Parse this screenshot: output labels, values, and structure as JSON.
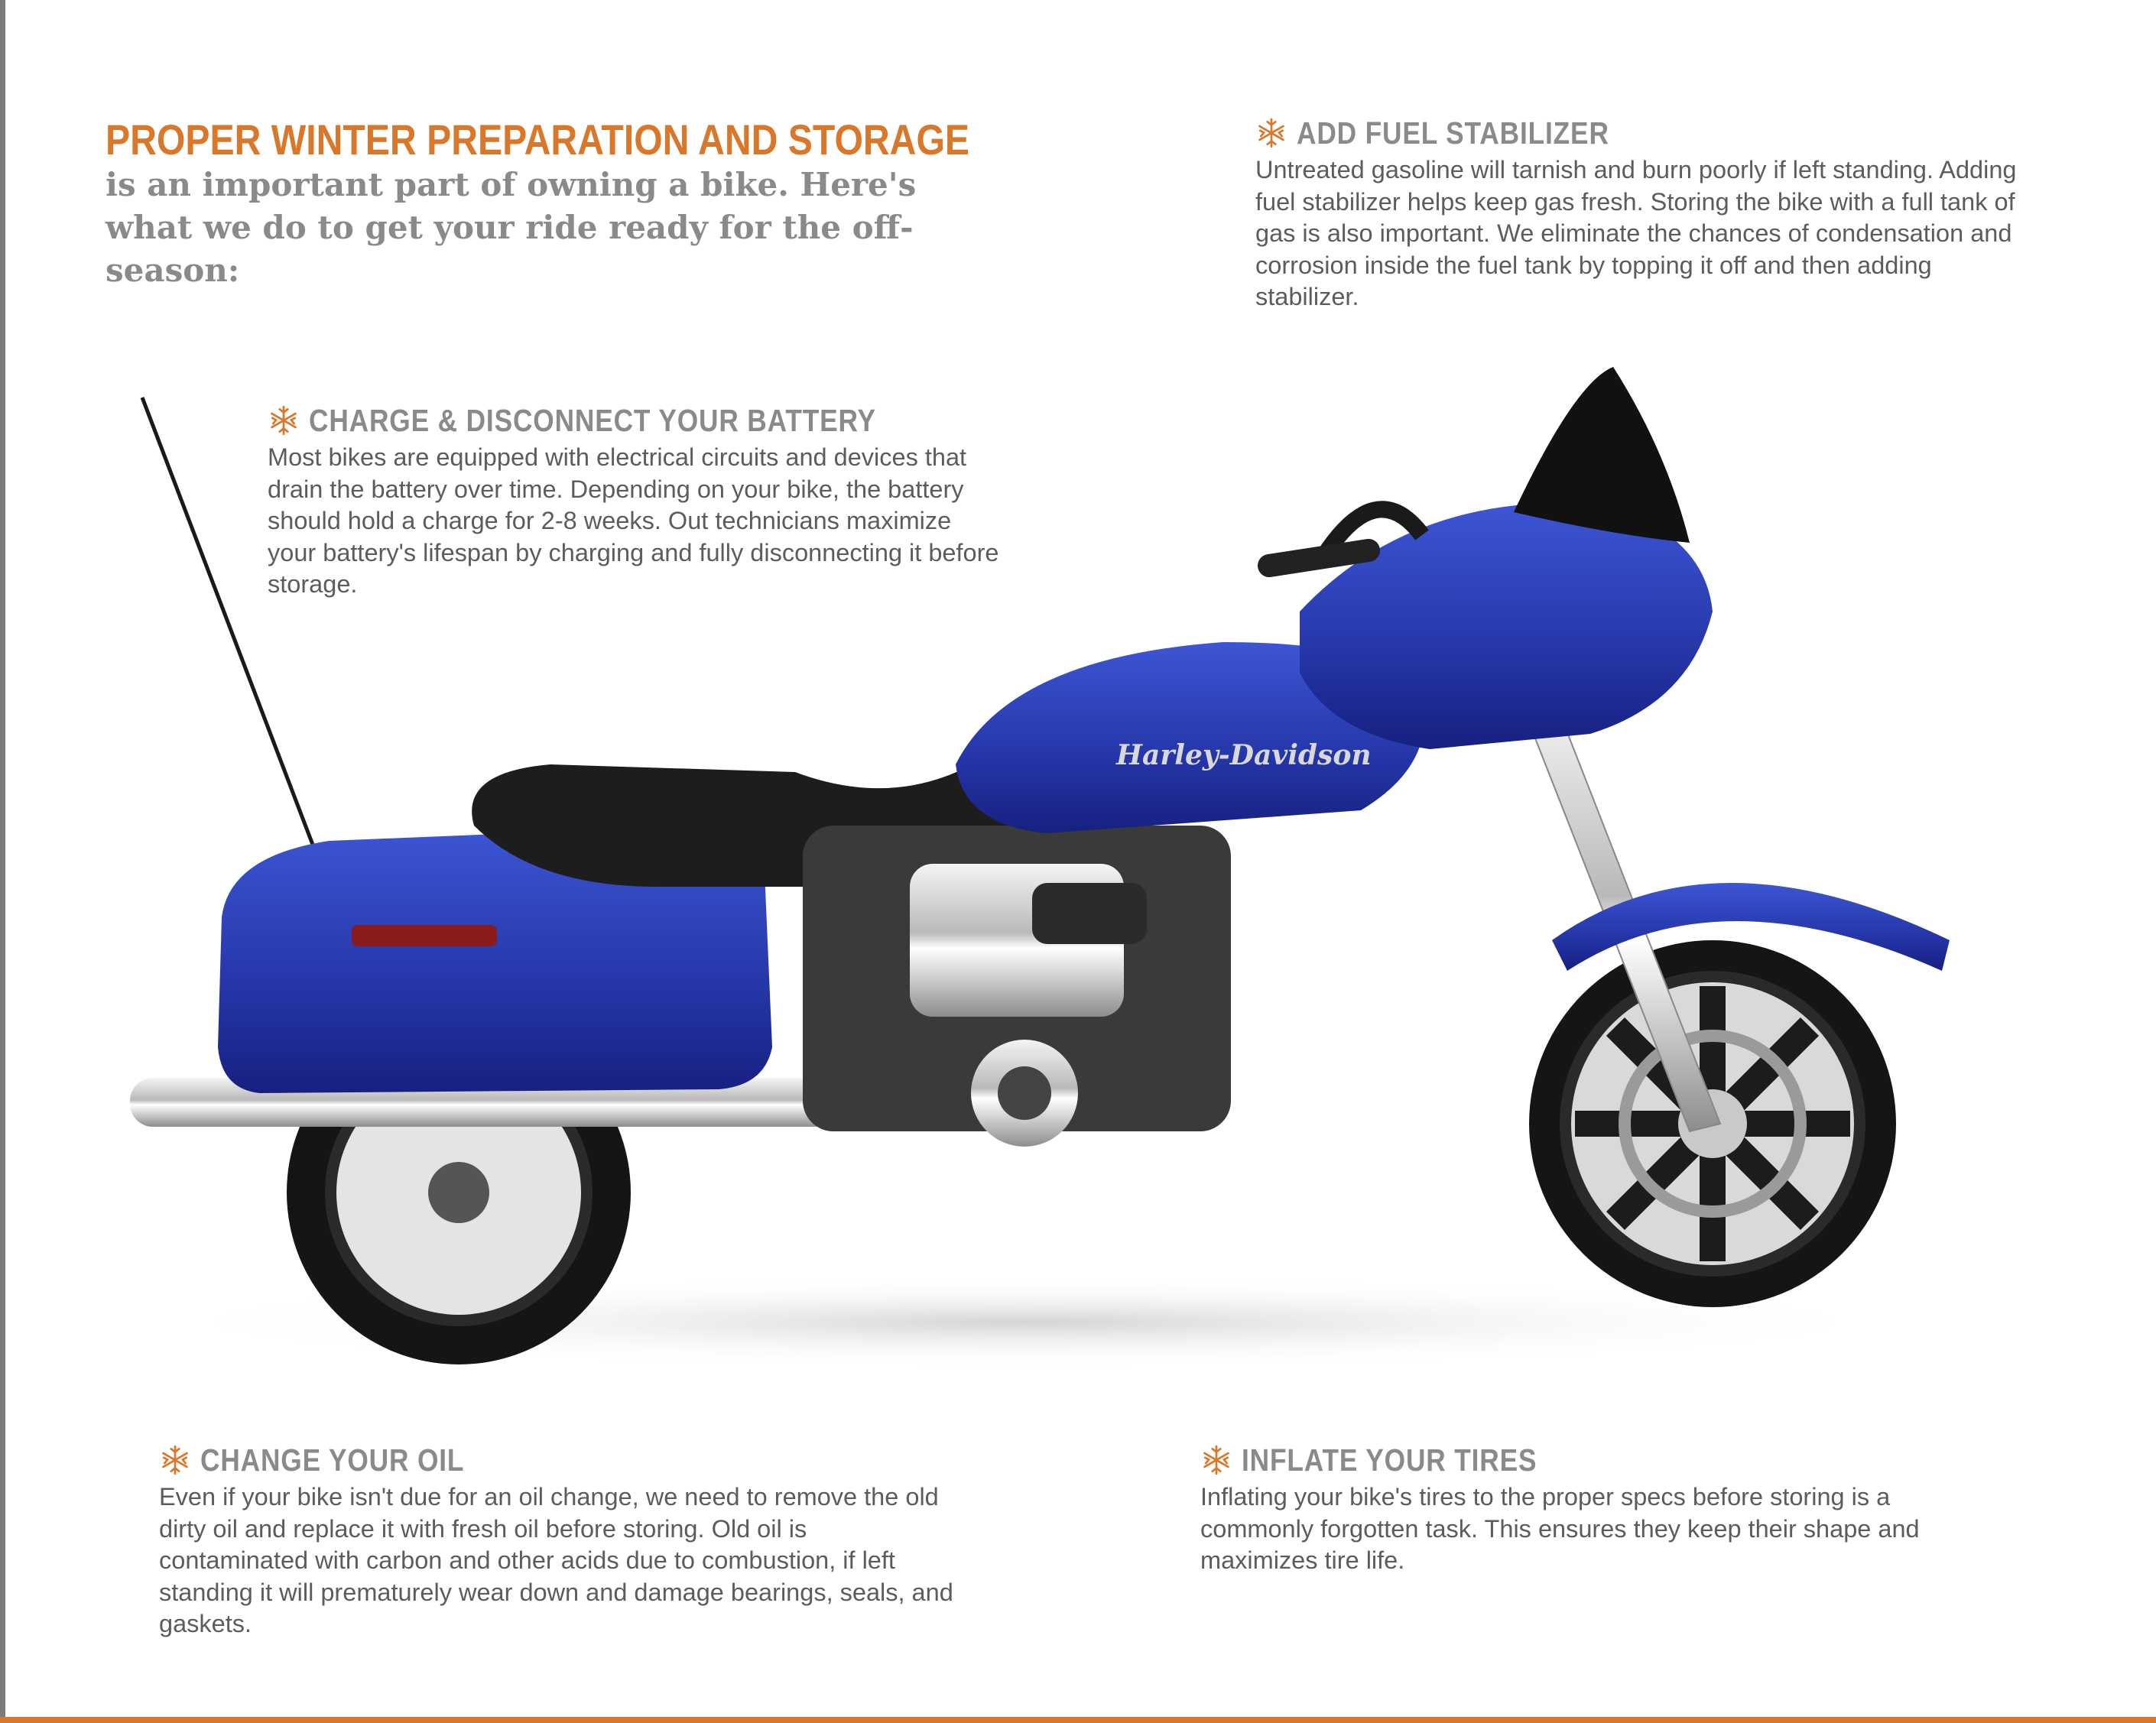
{
  "headline": "PROPER WINTER PREPARATION AND STORAGE",
  "intro": "is an important part of owning a bike. Here's what we do to get your ride ready for the off-season:",
  "colors": {
    "accent": "#d9782b",
    "heading_gray": "#8a8a8a",
    "body_gray": "#5c5c5c",
    "bike_blue": "#2a3fae"
  },
  "tips": [
    {
      "icon": "snowflake-icon",
      "title": "ADD FUEL STABILIZER",
      "body": "Untreated gasoline will tarnish and burn poorly if left standing. Adding fuel stabilizer helps keep gas fresh. Storing the bike with a full tank of gas is also important. We eliminate the chances of condensation and corrosion inside the fuel tank by topping it off and then adding stabilizer."
    },
    {
      "icon": "snowflake-icon",
      "title": "CHARGE & DISCONNECT YOUR BATTERY",
      "body": "Most bikes are equipped with electrical circuits and devices that drain the battery over time. Depending on your bike, the battery should hold a charge for 2-8 weeks. Out technicians maximize your battery's lifespan by charging and fully disconnecting it before storage."
    },
    {
      "icon": "snowflake-icon",
      "title": "CHANGE YOUR OIL",
      "body": "Even if your bike isn't due for an oil change, we need to remove the old dirty oil and replace it with fresh oil before storing. Old oil is contaminated with carbon and other acids due to combustion, if left standing it will prematurely wear down and damage bearings, seals, and gaskets."
    },
    {
      "icon": "snowflake-icon",
      "title": "INFLATE YOUR TIRES",
      "body": "Inflating your bike's tires to the proper specs before storing is a commonly forgotten task. This ensures they keep their shape and maximizes tire life."
    }
  ],
  "image": {
    "subject": "motorcycle-photo",
    "tank_script": "Harley-Davidson"
  }
}
